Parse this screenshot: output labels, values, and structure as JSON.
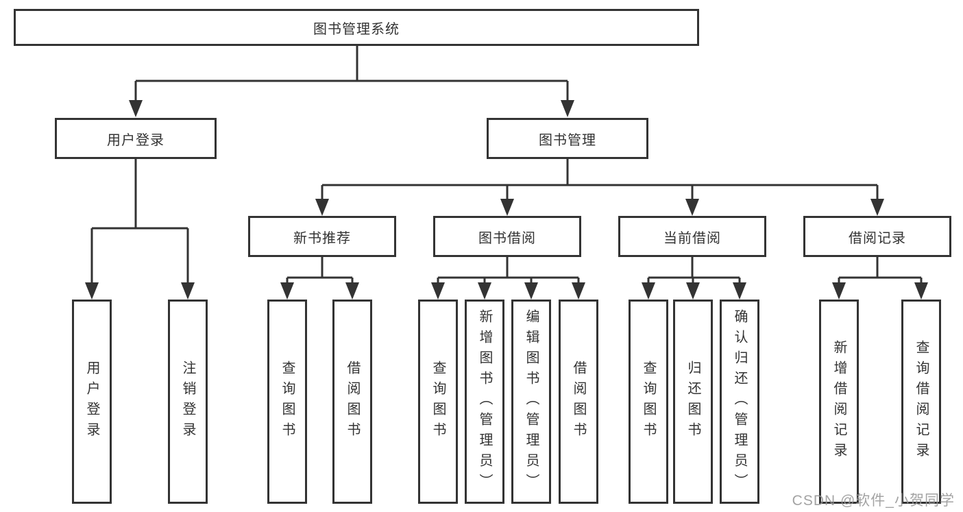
{
  "diagram": {
    "root": {
      "label": "图书管理系统",
      "children": [
        {
          "label": "用户登录",
          "children": [
            {
              "label": "用户登录"
            },
            {
              "label": "注销登录"
            }
          ]
        },
        {
          "label": "图书管理",
          "children": [
            {
              "label": "新书推荐",
              "children": [
                {
                  "label": "查询图书"
                },
                {
                  "label": "借阅图书"
                }
              ]
            },
            {
              "label": "图书借阅",
              "children": [
                {
                  "label": "查询图书"
                },
                {
                  "label": "新增图书（管理员）"
                },
                {
                  "label": "编辑图书（管理员）"
                },
                {
                  "label": "借阅图书"
                }
              ]
            },
            {
              "label": "当前借阅",
              "children": [
                {
                  "label": "查询图书"
                },
                {
                  "label": "归还图书"
                },
                {
                  "label": "确认归还（管理员）"
                }
              ]
            },
            {
              "label": "借阅记录",
              "children": [
                {
                  "label": "新增借阅记录"
                },
                {
                  "label": "查询借阅记录"
                }
              ]
            }
          ]
        }
      ]
    },
    "colors": {
      "line": "#333333",
      "box_border": "#333333",
      "box_fill": "#ffffff",
      "text": "#333333",
      "watermark": "#969696"
    }
  },
  "watermark": {
    "text": "CSDN @软件_小贺同学"
  }
}
